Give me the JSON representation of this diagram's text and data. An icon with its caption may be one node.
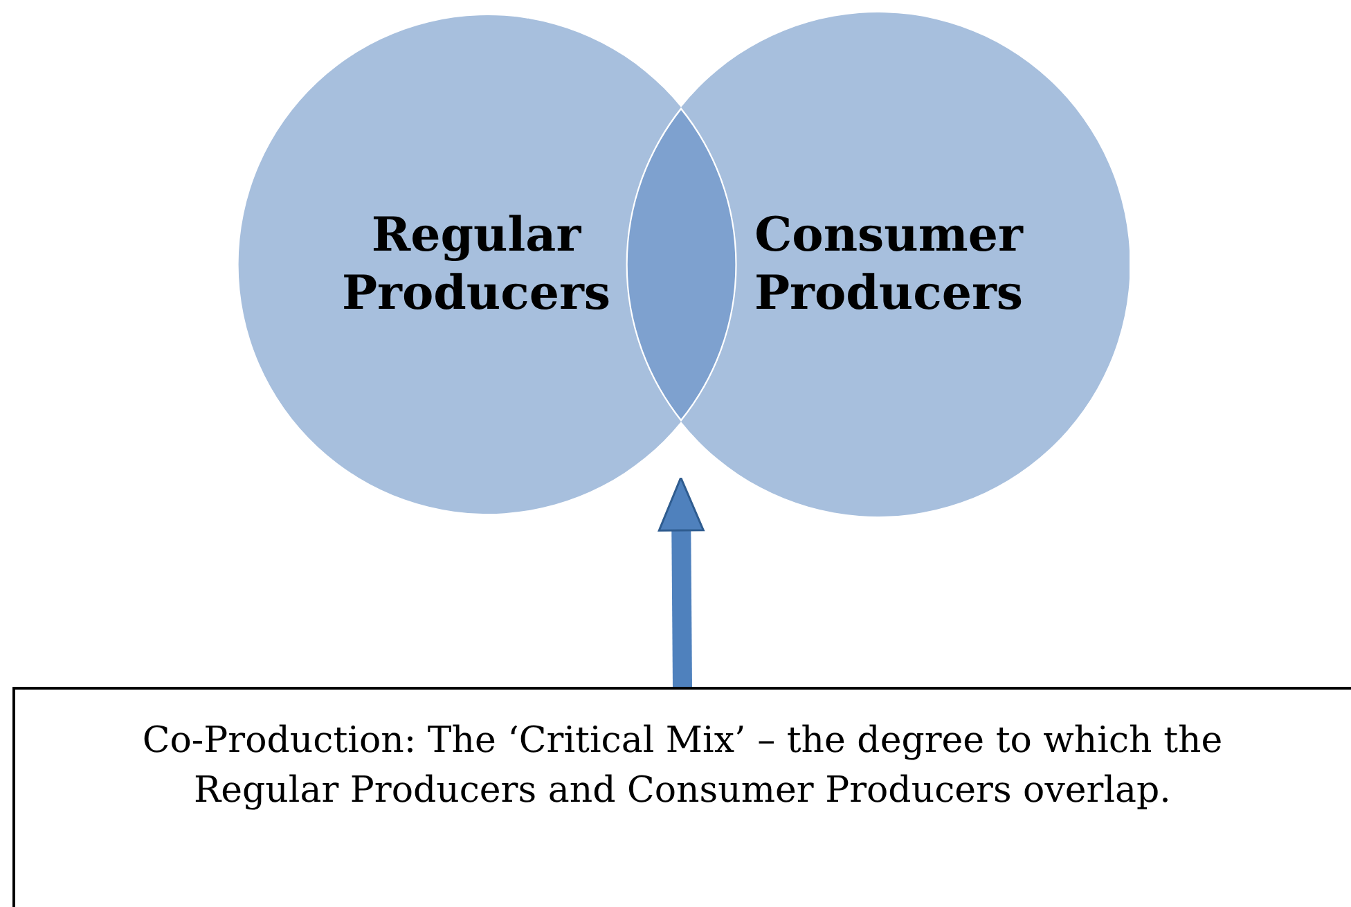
{
  "diagram": {
    "nodes": [
      {
        "text": [
          "Regular Producers"
        ]
      },
      {
        "text": [
          "Consumer Producers"
        ]
      },
      {
        "text": [],
        "shape": "lens"
      },
      {
        "text": [
          "Co-Production: The ‘Critical Mix’ – the degree to which the Regular Producers and Consumer Producers overlap."
        ]
      }
    ],
    "edges": [
      {
        "from": 3,
        "to": 2,
        "arrow": "to",
        "color": "#4f81bd"
      }
    ]
  }
}
